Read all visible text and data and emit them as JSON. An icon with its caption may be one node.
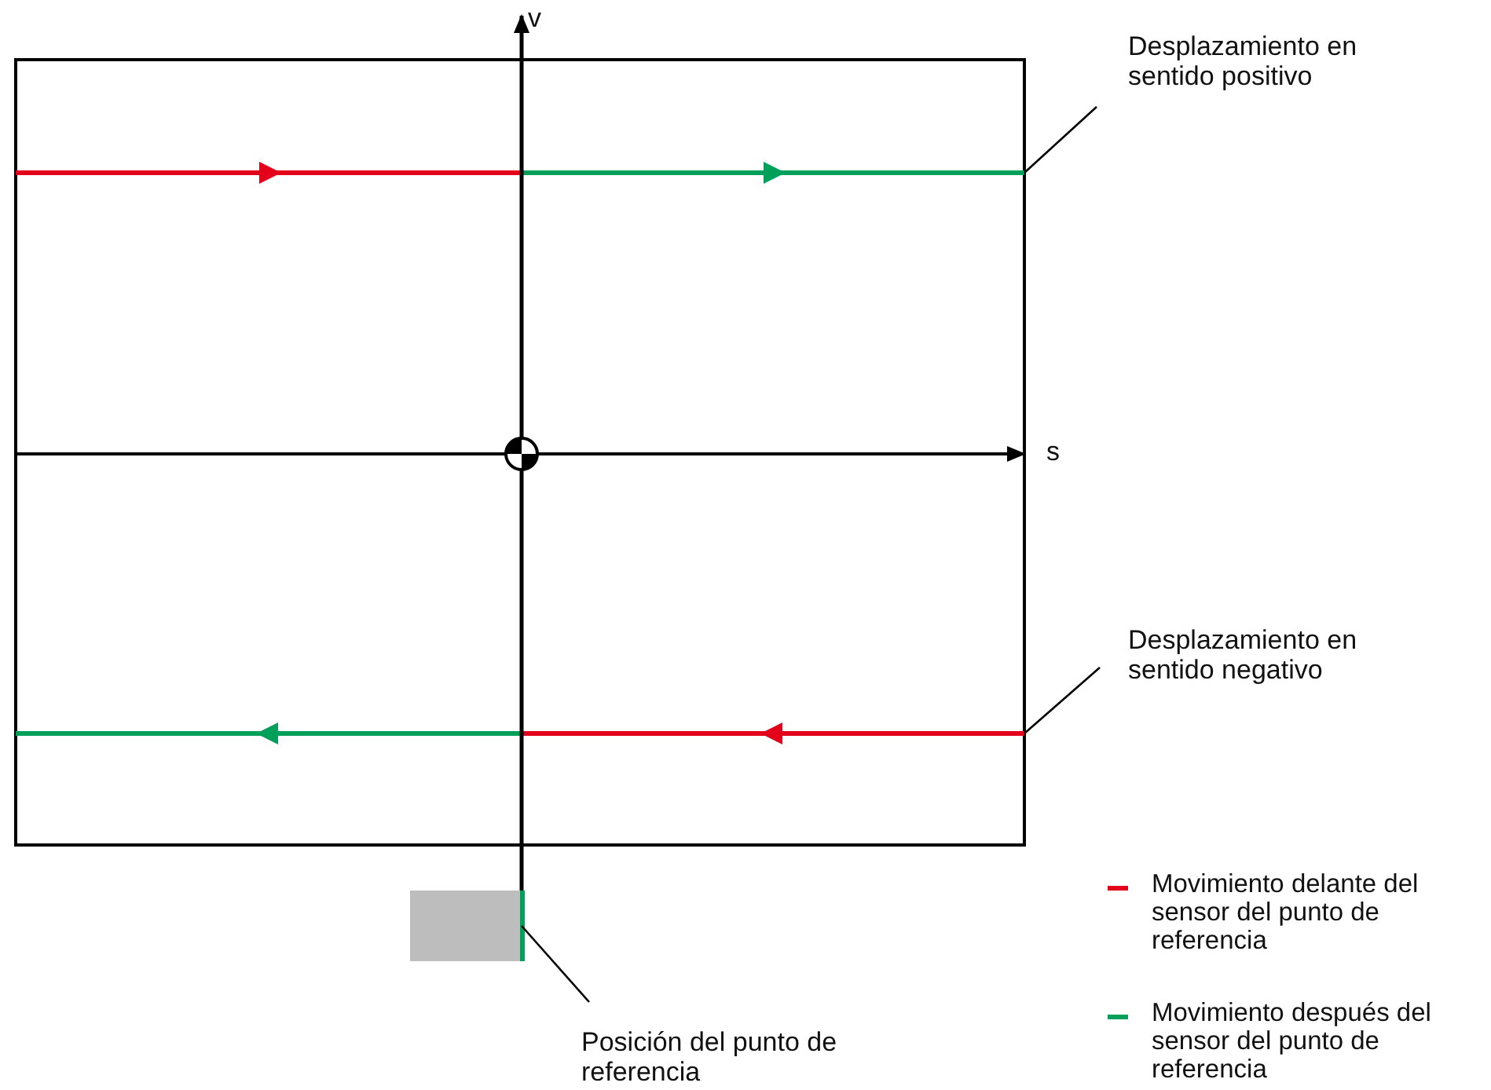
{
  "diagram": {
    "nodes": [
      {
        "text": [
          "Desplazamiento en sentido positivo"
        ]
      },
      {
        "text": [
          "Desplazamiento en sentido negativo"
        ]
      },
      {
        "text": [
          "Posición del punto de referencia"
        ]
      },
      {
        "text": [],
        "shape": "box"
      }
    ],
    "edges": [
      {
        "from": 0,
        "to": null,
        "arrow": "none"
      },
      {
        "from": 1,
        "to": null,
        "arrow": "none"
      },
      {
        "from": 2,
        "to": 3,
        "arrow": "none"
      }
    ],
    "labels": [
      "v",
      "s"
    ],
    "legend": [
      {
        "text": "Movimiento delante del sensor del punto de referencia",
        "color": "#e2001a"
      },
      {
        "text": "Movimiento después del sensor del punto de referencia",
        "color": "#00a05a"
      }
    ]
  }
}
